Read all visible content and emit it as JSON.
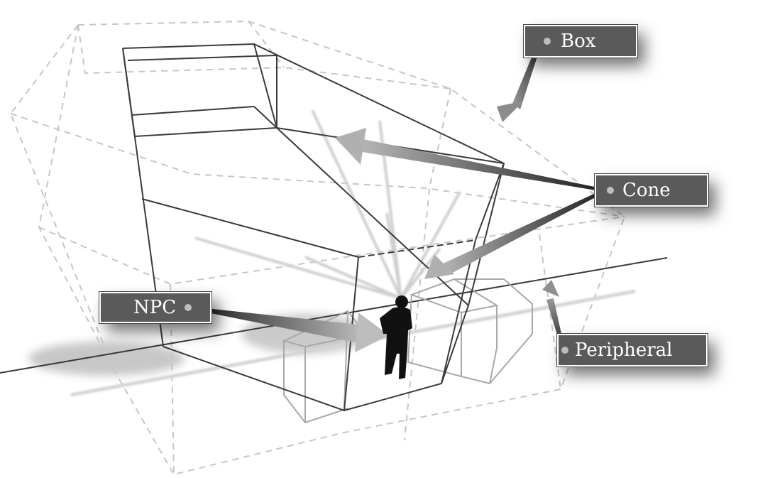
{
  "labels": {
    "box": "Box",
    "cone": "Cone",
    "npc": "NPC",
    "peripheral": "Peripheral"
  },
  "colors": {
    "label_bg": "#5a5a5a",
    "wireframe": "#3a3a3a",
    "dashed_outline": "#c6c6c6",
    "peripheral_boxes": "#a8a8a8",
    "npc_silhouette": "#111111"
  }
}
